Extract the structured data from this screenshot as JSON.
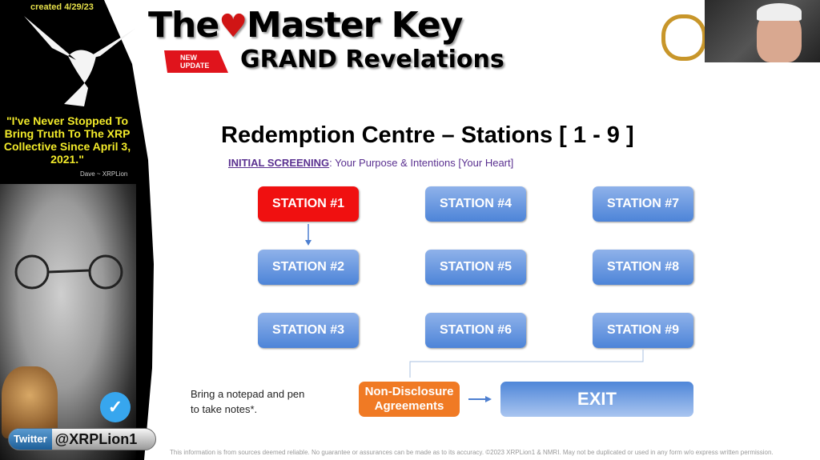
{
  "sidebar": {
    "created": "created 4/29/23",
    "quote": "\"I've Never Stopped To Bring Truth To The XRP Collective Since April 3, 2021.\"",
    "attribution": "Dave ~ XRPLion",
    "twitter_label": "Twitter",
    "twitter_handle": "@XRPLion1"
  },
  "header": {
    "title_the": "The",
    "title_rest": "Master Key",
    "subtitle": "GRAND Revelations",
    "badge_new": "NEW",
    "badge_update": "UPDATE"
  },
  "main": {
    "heading": "Redemption Centre – Stations [ 1 - 9 ]",
    "screening_label": "INITIAL SCREENING",
    "screening_text": ": Your Purpose & Intentions [Your Heart]",
    "stations": [
      "STATION #1",
      "STATION #2",
      "STATION #3",
      "STATION #4",
      "STATION #5",
      "STATION #6",
      "STATION #7",
      "STATION #8",
      "STATION #9"
    ],
    "active_station": "STATION #1",
    "active_color": "#f01010",
    "nda_line1": "Non-Disclosure",
    "nda_line2": "Agreements",
    "exit": "EXIT",
    "note_line1": "Bring a notepad and pen",
    "note_line2": "to take notes*."
  },
  "footer": {
    "disclaimer": "This information is from sources deemed reliable. No guarantee or assurances can be made as to its accuracy. ©2023 XRPLion1 & NMRI. May not be duplicated or used in any form w/o express written permission."
  }
}
